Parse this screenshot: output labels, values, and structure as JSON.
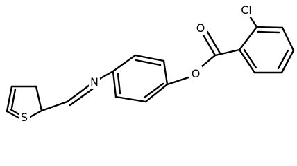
{
  "molecule": {
    "atoms": {
      "sulfur": "S",
      "nitrogen": "N",
      "ester_oxygen": "O",
      "carbonyl_oxygen": "O",
      "chlorine": "Cl"
    }
  }
}
